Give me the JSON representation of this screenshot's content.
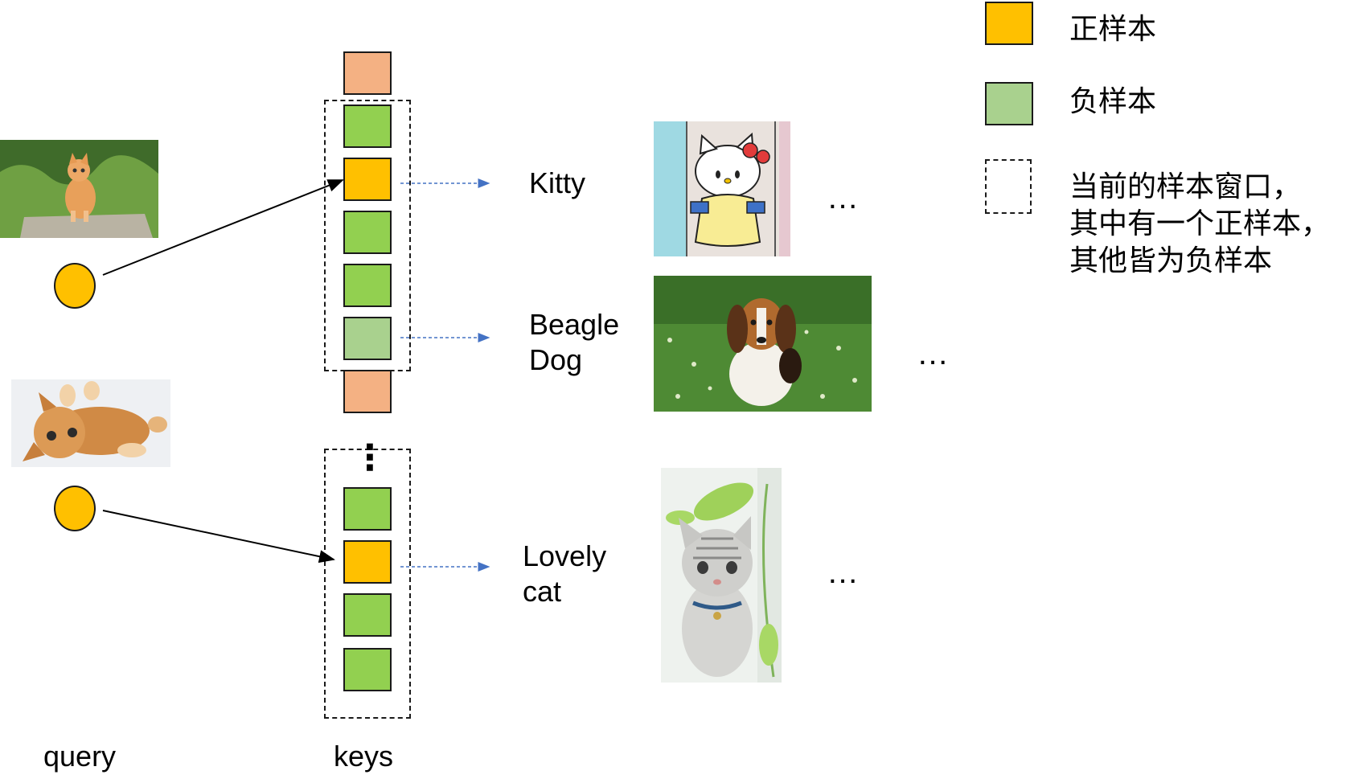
{
  "labels": {
    "query": "query",
    "keys": "keys"
  },
  "names": {
    "kitty": "Kitty",
    "beagle_line1": "Beagle",
    "beagle_line2": "Dog",
    "cat_line1": "Lovely",
    "cat_line2": "cat"
  },
  "ellipsis": "…",
  "vertical_ellipsis": "⋮",
  "legend": {
    "positive": "正样本",
    "negative": "负样本",
    "window_line1": "当前的样本窗口，",
    "window_line2": "其中有一个正样本，",
    "window_line3": "其他皆为负样本"
  },
  "colors": {
    "positive": "#FFC000",
    "negative_strong": "#92D050",
    "negative_light": "#A9D18E",
    "other": "#F4B183",
    "query": "#FFC000",
    "arrow_dashed": "#4472C4"
  }
}
